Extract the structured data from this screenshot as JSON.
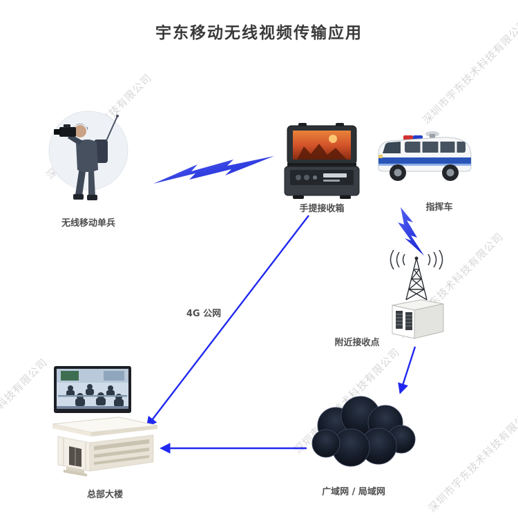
{
  "title": "宇东移动无线视频传输应用",
  "watermark": "深圳市宇东技术科技有限公司",
  "nodes": {
    "soldier": {
      "label": "无线移动单兵"
    },
    "receiver_case": {
      "label": "手提接收箱"
    },
    "command_vehicle": {
      "label": "指挥车"
    },
    "nearby_receive_point": {
      "label": "附近接收点"
    },
    "headquarters": {
      "label": "总部大楼"
    },
    "network_cloud": {
      "label": "广域网 / 局域网"
    }
  },
  "edges": [
    {
      "from": "soldier",
      "to": "receiver_case",
      "type": "wireless-bolt",
      "label": ""
    },
    {
      "from": "command_vehicle",
      "to": "nearby_receive_point",
      "type": "wireless-bolt",
      "label": ""
    },
    {
      "from": "receiver_case",
      "to": "headquarters",
      "type": "arrow",
      "label": "4G 公网"
    },
    {
      "from": "nearby_receive_point",
      "to": "network_cloud",
      "type": "arrow",
      "label": ""
    },
    {
      "from": "network_cloud",
      "to": "headquarters",
      "type": "arrow",
      "label": ""
    }
  ],
  "colors": {
    "arrow_blue": "#2028f0",
    "bolt_blue_light": "#5563f5",
    "bolt_blue_dark": "#1420cf",
    "watermark_gray": "#d7d7d7",
    "title_gray": "#3a3a3a",
    "label_gray": "#4e4e4e"
  }
}
